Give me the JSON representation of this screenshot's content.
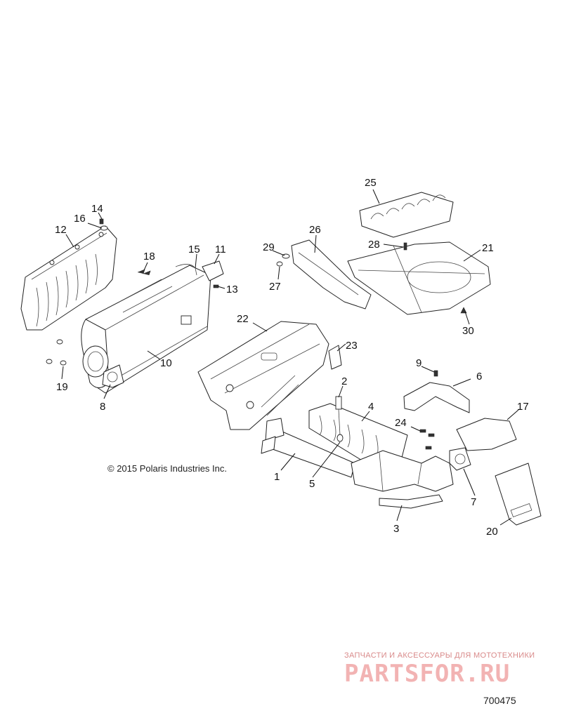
{
  "copyright": "© 2015 Polaris Industries Inc.",
  "figure_number": "700475",
  "watermark": {
    "tagline": "ЗАПЧАСТИ И АКСЕССУАРЫ ДЛЯ МОТОТЕХНИКИ",
    "logo": "PARTSFOR.RU"
  },
  "callouts": {
    "c1": "1",
    "c2": "2",
    "c3": "3",
    "c4": "4",
    "c5": "5",
    "c6": "6",
    "c7": "7",
    "c8": "8",
    "c9": "9",
    "c10": "10",
    "c11": "11",
    "c12": "12",
    "c13": "13",
    "c14": "14",
    "c15": "15",
    "c16": "16",
    "c17": "17",
    "c18": "18",
    "c19": "19",
    "c20": "20",
    "c21": "21",
    "c22": "22",
    "c23": "23",
    "c24": "24",
    "c25": "25",
    "c26": "26",
    "c27": "27",
    "c28": "28",
    "c29": "29",
    "c30": "30"
  }
}
